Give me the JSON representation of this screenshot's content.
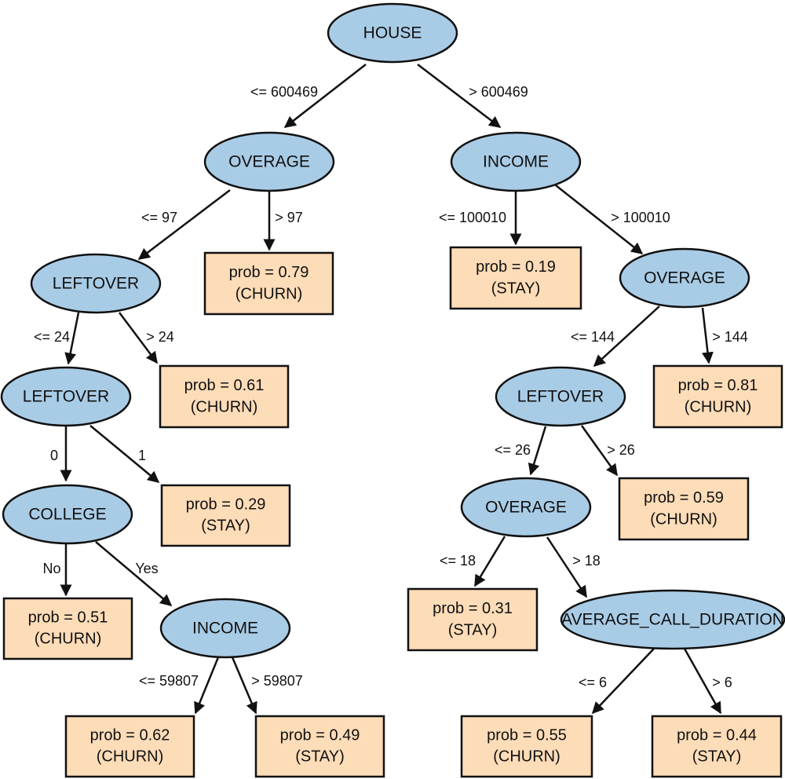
{
  "colors": {
    "decision_fill": "#a9cce6",
    "leaf_fill": "#fddcb8",
    "stroke": "#111111"
  },
  "nodes": [
    {
      "id": "house",
      "label": "HOUSE"
    },
    {
      "id": "overage1",
      "label": "OVERAGE"
    },
    {
      "id": "income1",
      "label": "INCOME"
    },
    {
      "id": "leftover1",
      "label": "LEFTOVER"
    },
    {
      "id": "leftover2",
      "label": "LEFTOVER"
    },
    {
      "id": "college",
      "label": "COLLEGE"
    },
    {
      "id": "income2",
      "label": "INCOME"
    },
    {
      "id": "overage2",
      "label": "OVERAGE"
    },
    {
      "id": "leftover3",
      "label": "LEFTOVER"
    },
    {
      "id": "overage3",
      "label": "OVERAGE"
    },
    {
      "id": "avgcall",
      "label": "AVERAGE_CALL_DURATION"
    }
  ],
  "leaves": [
    {
      "id": "leaf_079",
      "prob": "prob = 0.79",
      "outcome": "(CHURN)"
    },
    {
      "id": "leaf_061",
      "prob": "prob = 0.61",
      "outcome": "(CHURN)"
    },
    {
      "id": "leaf_029",
      "prob": "prob = 0.29",
      "outcome": "(STAY)"
    },
    {
      "id": "leaf_051",
      "prob": "prob = 0.51",
      "outcome": "(CHURN)"
    },
    {
      "id": "leaf_062",
      "prob": "prob = 0.62",
      "outcome": "(CHURN)"
    },
    {
      "id": "leaf_049",
      "prob": "prob = 0.49",
      "outcome": "(STAY)"
    },
    {
      "id": "leaf_019",
      "prob": "prob = 0.19",
      "outcome": "(STAY)"
    },
    {
      "id": "leaf_081",
      "prob": "prob = 0.81",
      "outcome": "(CHURN)"
    },
    {
      "id": "leaf_059",
      "prob": "prob = 0.59",
      "outcome": "(CHURN)"
    },
    {
      "id": "leaf_031",
      "prob": "prob = 0.31",
      "outcome": "(STAY)"
    },
    {
      "id": "leaf_055",
      "prob": "prob = 0.55",
      "outcome": "(CHURN)"
    },
    {
      "id": "leaf_044",
      "prob": "prob = 0.44",
      "outcome": "(STAY)"
    }
  ],
  "edges": [
    {
      "from": "house",
      "to": "overage1",
      "label": "<= 600469"
    },
    {
      "from": "house",
      "to": "income1",
      "label": "> 600469"
    },
    {
      "from": "overage1",
      "to": "leftover1",
      "label": "<= 97"
    },
    {
      "from": "overage1",
      "to": "leaf_079",
      "label": "> 97"
    },
    {
      "from": "leftover1",
      "to": "leftover2",
      "label": "<= 24"
    },
    {
      "from": "leftover1",
      "to": "leaf_061",
      "label": "> 24"
    },
    {
      "from": "leftover2",
      "to": "college",
      "label": "0"
    },
    {
      "from": "leftover2",
      "to": "leaf_029",
      "label": "1"
    },
    {
      "from": "college",
      "to": "leaf_051",
      "label": "No"
    },
    {
      "from": "college",
      "to": "income2",
      "label": "Yes"
    },
    {
      "from": "income2",
      "to": "leaf_062",
      "label": "<= 59807"
    },
    {
      "from": "income2",
      "to": "leaf_049",
      "label": "> 59807"
    },
    {
      "from": "income1",
      "to": "leaf_019",
      "label": "<= 100010"
    },
    {
      "from": "income1",
      "to": "overage2",
      "label": "> 100010"
    },
    {
      "from": "overage2",
      "to": "leftover3",
      "label": "<= 144"
    },
    {
      "from": "overage2",
      "to": "leaf_081",
      "label": "> 144"
    },
    {
      "from": "leftover3",
      "to": "overage3",
      "label": "<= 26"
    },
    {
      "from": "leftover3",
      "to": "leaf_059",
      "label": "> 26"
    },
    {
      "from": "overage3",
      "to": "leaf_031",
      "label": "<= 18"
    },
    {
      "from": "overage3",
      "to": "avgcall",
      "label": "> 18"
    },
    {
      "from": "avgcall",
      "to": "leaf_055",
      "label": "<= 6"
    },
    {
      "from": "avgcall",
      "to": "leaf_044",
      "label": "> 6"
    }
  ]
}
